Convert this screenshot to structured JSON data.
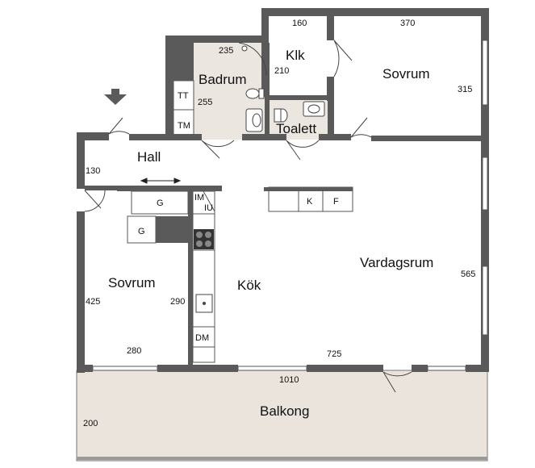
{
  "rooms": {
    "hall": "Hall",
    "badrum": "Badrum",
    "klk": "Klk",
    "toalett": "Toalett",
    "sovrum_top": "Sovrum",
    "sovrum_left": "Sovrum",
    "kok": "Kök",
    "vardagsrum": "Vardagsrum",
    "balkong": "Balkong"
  },
  "fixtures": {
    "tt": "TT",
    "tm": "TM",
    "g_top": "G",
    "g_left": "G",
    "im": "IM",
    "iu": "IU",
    "k": "K",
    "f": "F",
    "dm": "DM"
  },
  "dimensions": {
    "d160": "160",
    "d370": "370",
    "d235": "235",
    "d210": "210",
    "d255": "255",
    "d315": "315",
    "d130": "130",
    "d425": "425",
    "d290": "290",
    "d280": "280",
    "d565": "565",
    "d725": "725",
    "d1010": "1010",
    "d200": "200"
  },
  "colors": {
    "wall": "#5a5a5a",
    "wet_room_floor": "#ebe6e0",
    "balcony_floor": "#eae4dc",
    "stair_box": "#d9d9d9"
  }
}
